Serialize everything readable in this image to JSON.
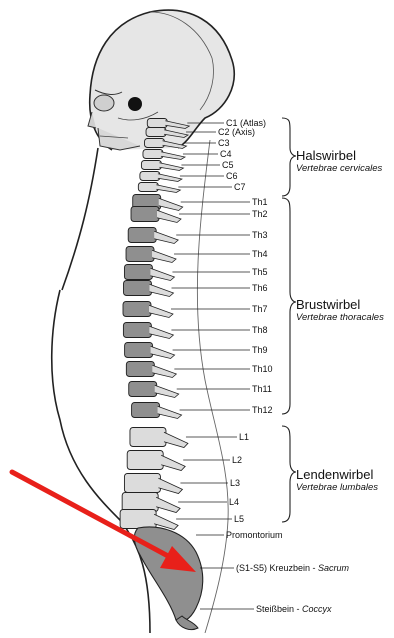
{
  "regions": [
    {
      "id": "cervical",
      "name": "Halswirbel",
      "latin": "Vertebrae cervicales"
    },
    {
      "id": "thoracic",
      "name": "Brustwirbel",
      "latin": "Vertebrae thoracales"
    },
    {
      "id": "lumbar",
      "name": "Lendenwirbel",
      "latin": "Vertebrae lumbales"
    }
  ],
  "vertebrae": {
    "cervical": [
      "C1 (Atlas)",
      "C2 (Axis)",
      "C3",
      "C4",
      "C5",
      "C6",
      "C7"
    ],
    "thoracic": [
      "Th1",
      "Th2",
      "Th3",
      "Th4",
      "Th5",
      "Th6",
      "Th7",
      "Th8",
      "Th9",
      "Th10",
      "Th11",
      "Th12"
    ],
    "lumbar": [
      "L1",
      "L2",
      "L3",
      "L4",
      "L5"
    ]
  },
  "other_labels": {
    "promontorium": "Promontorium",
    "sacrum_prefix": "(S1-S5) Kreuzbein - ",
    "sacrum_latin": "Sacrum",
    "coccyx_prefix": "Steißbein - ",
    "coccyx_latin": "Coccyx"
  },
  "colors": {
    "arrow": "#e8201a",
    "vertebra_dark": "#8f8f8f",
    "vertebra_light": "#dcdcdc",
    "outline": "#222222"
  }
}
